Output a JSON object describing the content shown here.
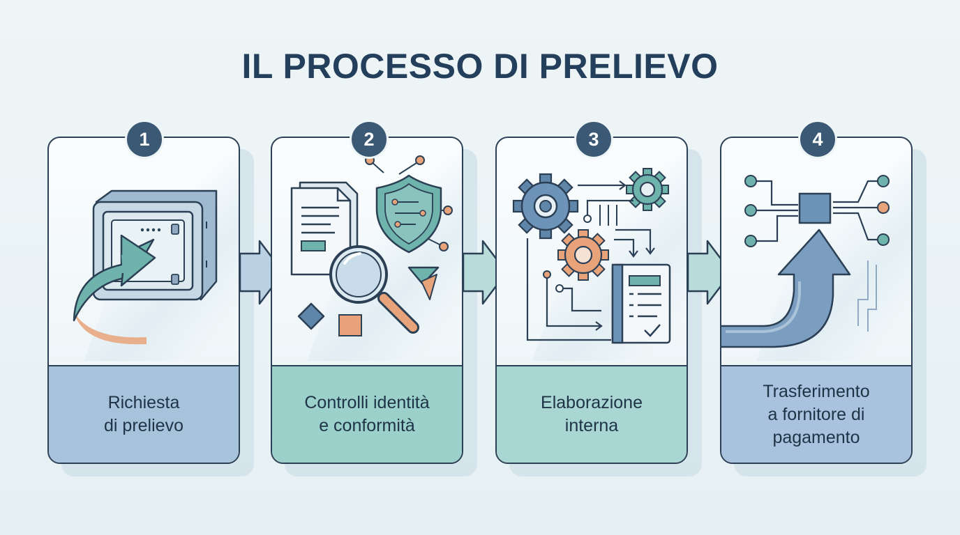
{
  "title": "IL PROCESSO DI PRELIEVO",
  "steps": [
    {
      "number": "1",
      "label": "Richiesta\ndi prelievo",
      "label_bg": "#a7c3db"
    },
    {
      "number": "2",
      "label": "Controlli identità\ne conformità",
      "label_bg": "#9bd0cb"
    },
    {
      "number": "3",
      "label": "Elaborazione\ninterna",
      "label_bg": "#a9d6d2"
    },
    {
      "number": "4",
      "label": "Trasferimento\na fornitore di\npagamento",
      "label_bg": "#a9c2dd"
    }
  ],
  "colors": {
    "outline": "#2b3f55",
    "badge": "#3b5875",
    "teal": "#6fb3ad",
    "blue": "#6d93b8",
    "orange": "#e9a37a",
    "title": "#233f5b"
  },
  "icons": [
    "vault-icon",
    "security-check-icon",
    "gears-processing-icon",
    "network-transfer-icon"
  ]
}
